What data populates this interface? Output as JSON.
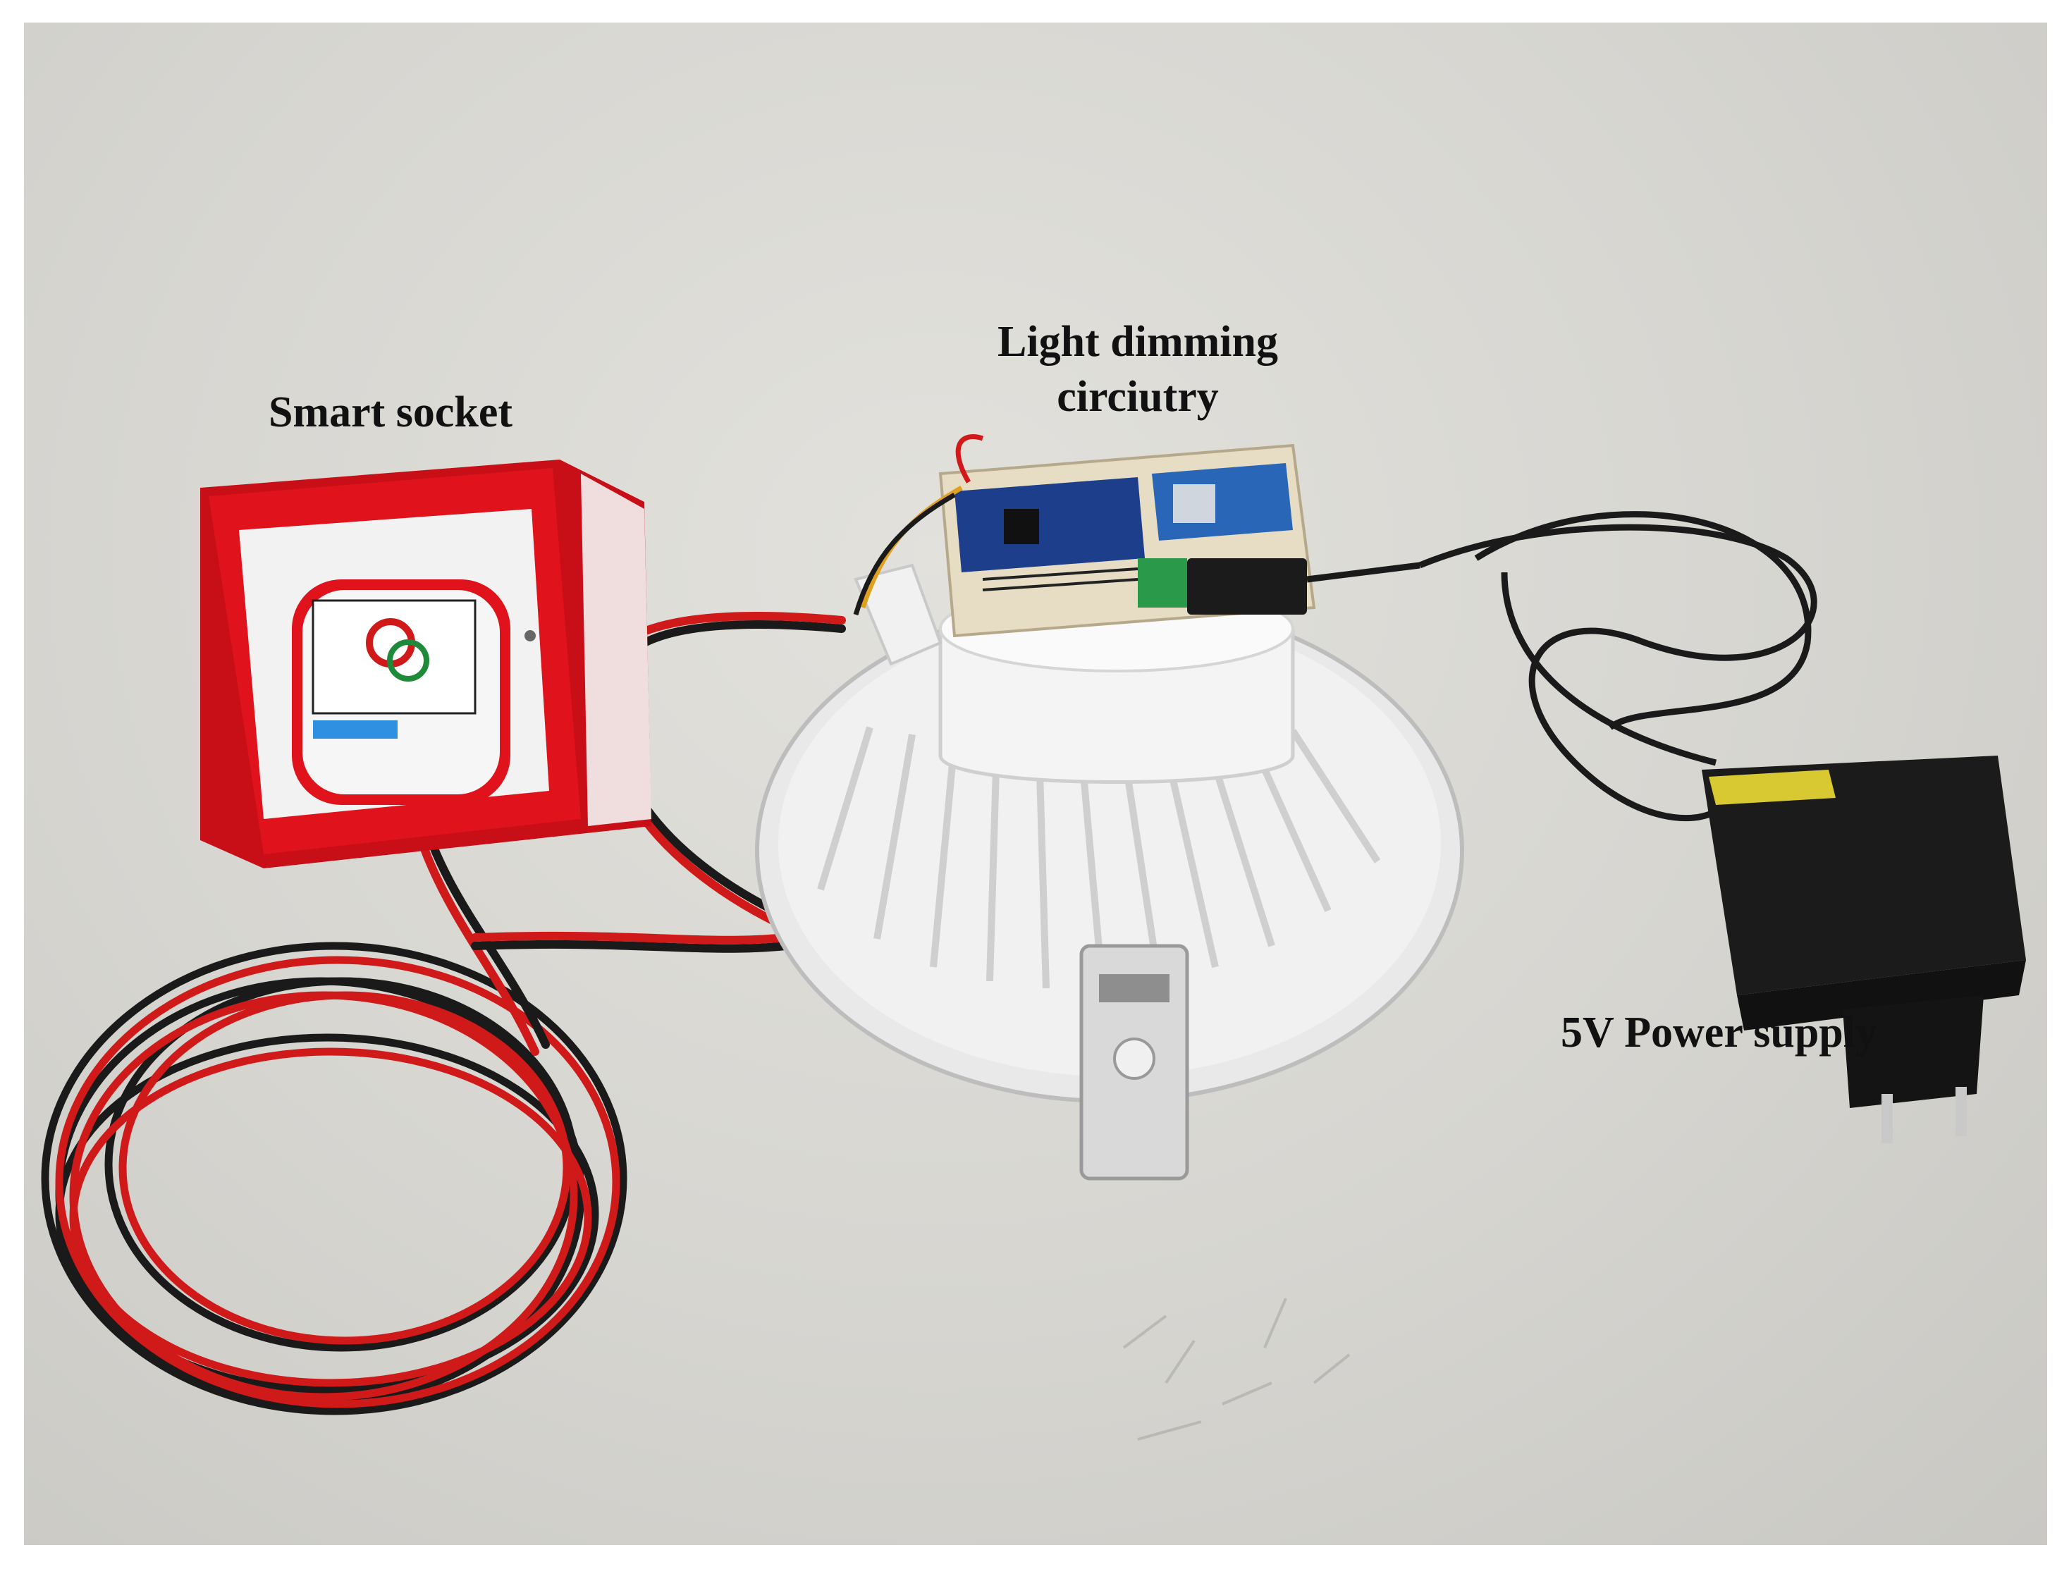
{
  "figure": {
    "labels": {
      "smart_socket": "Smart socket",
      "light_dimming_line1": "Light dimming",
      "light_dimming_line2": "circiutry",
      "power_supply": "5V Power supply"
    }
  },
  "colors": {
    "background_surface": "#d6d5d0",
    "socket_red": "#e0121b",
    "socket_white": "#f2f2f2",
    "lamp_white": "#eeeeee",
    "pcb_blue": "#1d3e8a",
    "board_cream": "#e7dcc4",
    "terminal_green": "#2a9a4a",
    "adapter_black": "#1b1b1b",
    "adapter_sticker": "#d8c832",
    "wire_red": "#d01a1a",
    "wire_black": "#1a1a1a",
    "label_text": "#111111"
  }
}
